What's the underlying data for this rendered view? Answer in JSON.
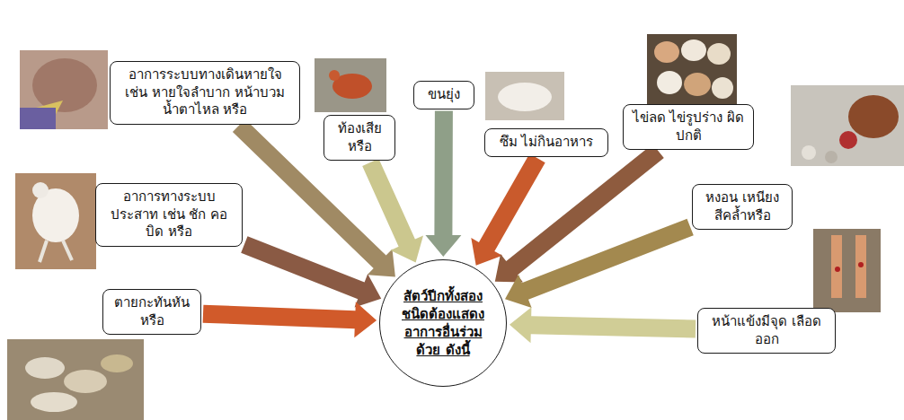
{
  "diagram": {
    "nodes": [
      {
        "text": [
          "อาการระบบทางเดินหายใจ เช่น หายใจลำบาก หน้าบวม น้ำตาไหล หรือ"
        ]
      },
      {
        "text": [
          "ท้องเสีย หรือ"
        ]
      },
      {
        "text": [
          "ขนยุ่ง"
        ]
      },
      {
        "text": [
          "ซึม ไม่กินอาหาร"
        ]
      },
      {
        "text": [
          "ไข่ลด ไข่รูปร่าง ผิดปกติ"
        ]
      },
      {
        "text": [
          "อาการทางระบบ ประสาท เช่น ชัก คอ บิด หรือ"
        ]
      },
      {
        "text": [
          "หงอน เหนียง สีคล้ำหรือ"
        ]
      },
      {
        "text": [
          "ตายกะทันหัน หรือ"
        ]
      },
      {
        "text": [
          "หน้าแข้งมีจุด เลือดออก"
        ]
      },
      {
        "text": [
          "สัตว์ปีกทั้งสอง ชนิดต้องแสดง อาการอื่นร่วม ด้วย ดังนี้"
        ]
      }
    ],
    "edges": [
      {
        "from": 0,
        "to": 9,
        "arrow": "to"
      },
      {
        "from": 1,
        "to": 9,
        "arrow": "to"
      },
      {
        "from": 2,
        "to": 9,
        "arrow": "to"
      },
      {
        "from": 3,
        "to": 9,
        "arrow": "to"
      },
      {
        "from": 4,
        "to": 9,
        "arrow": "to"
      },
      {
        "from": 5,
        "to": 9,
        "arrow": "to"
      },
      {
        "from": 6,
        "to": 9,
        "arrow": "to"
      },
      {
        "from": 7,
        "to": 9,
        "arrow": "to"
      },
      {
        "from": 8,
        "to": 9,
        "arrow": "to"
      }
    ]
  }
}
